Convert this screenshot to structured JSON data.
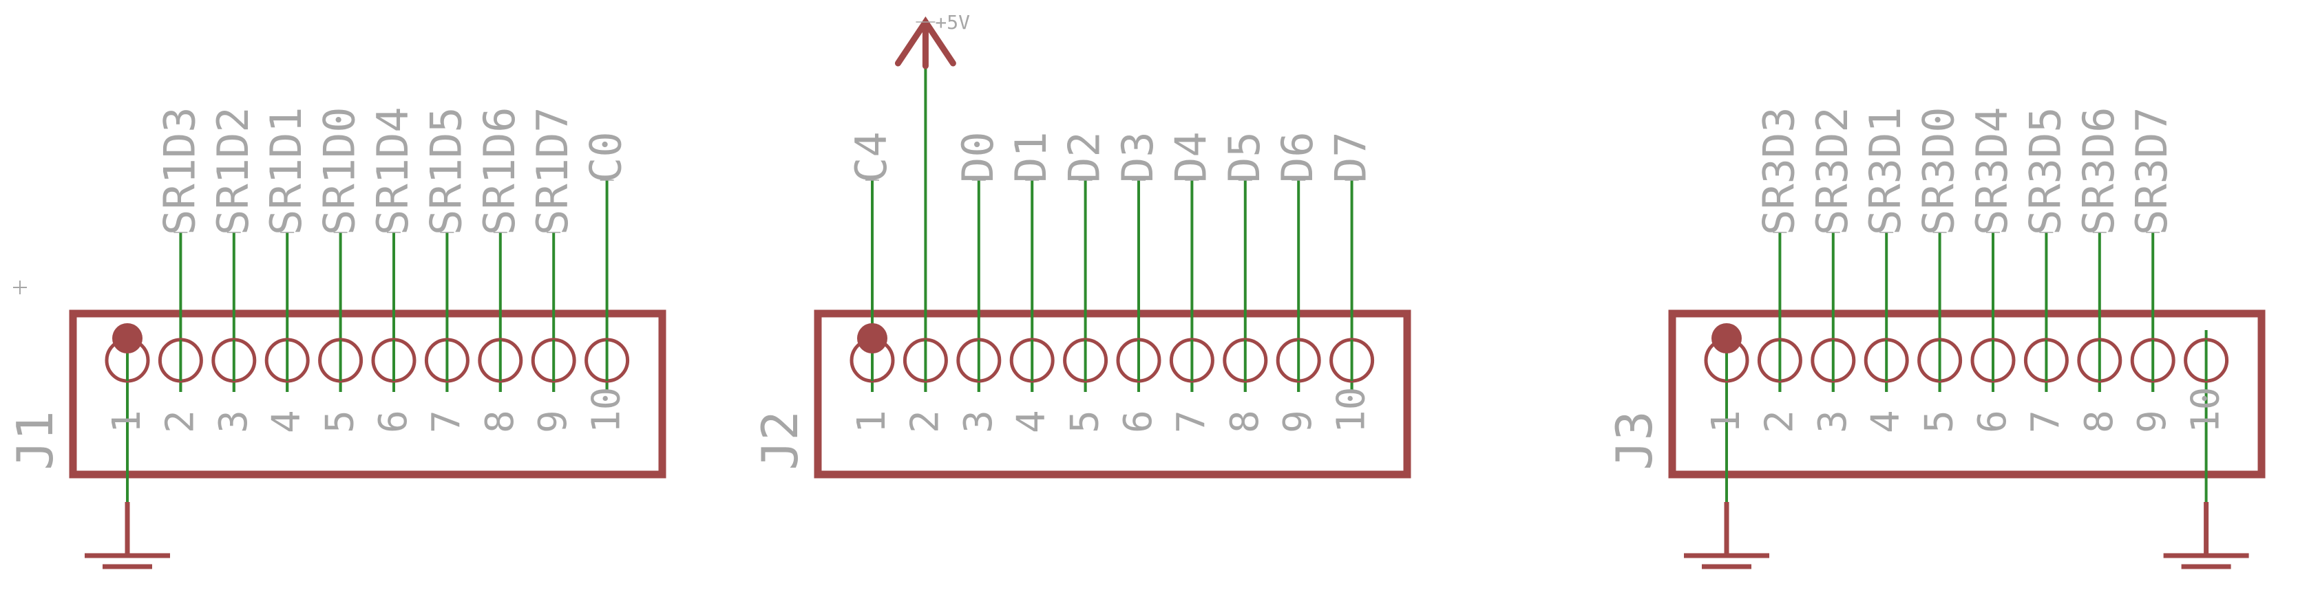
{
  "connectors": [
    {
      "name": "J1",
      "nets": [
        "",
        "SR1D3",
        "SR1D2",
        "SR1D1",
        "SR1D0",
        "SR1D4",
        "SR1D5",
        "SR1D6",
        "SR1D7",
        "C0"
      ],
      "pin_numbers": [
        "1",
        "2",
        "3",
        "4",
        "5",
        "6",
        "7",
        "8",
        "9",
        "10"
      ],
      "ground_pins": [
        1
      ]
    },
    {
      "name": "J2",
      "nets": [
        "C4",
        "",
        "D0",
        "D1",
        "D2",
        "D3",
        "D4",
        "D5",
        "D6",
        "D7"
      ],
      "pin_numbers": [
        "1",
        "2",
        "3",
        "4",
        "5",
        "6",
        "7",
        "8",
        "9",
        "10"
      ],
      "power_pin": 2,
      "power_label": "+5V"
    },
    {
      "name": "J3",
      "nets": [
        "",
        "SR3D3",
        "SR3D2",
        "SR3D1",
        "SR3D0",
        "SR3D4",
        "SR3D5",
        "SR3D6",
        "SR3D7",
        ""
      ],
      "pin_numbers": [
        "1",
        "2",
        "3",
        "4",
        "5",
        "6",
        "7",
        "8",
        "9",
        "10"
      ],
      "ground_pins": [
        1,
        10
      ]
    }
  ],
  "colors": {
    "wire": "#2e8b2e",
    "body": "#a04848",
    "text": "#a6a6a6",
    "background": "#ffffff"
  }
}
